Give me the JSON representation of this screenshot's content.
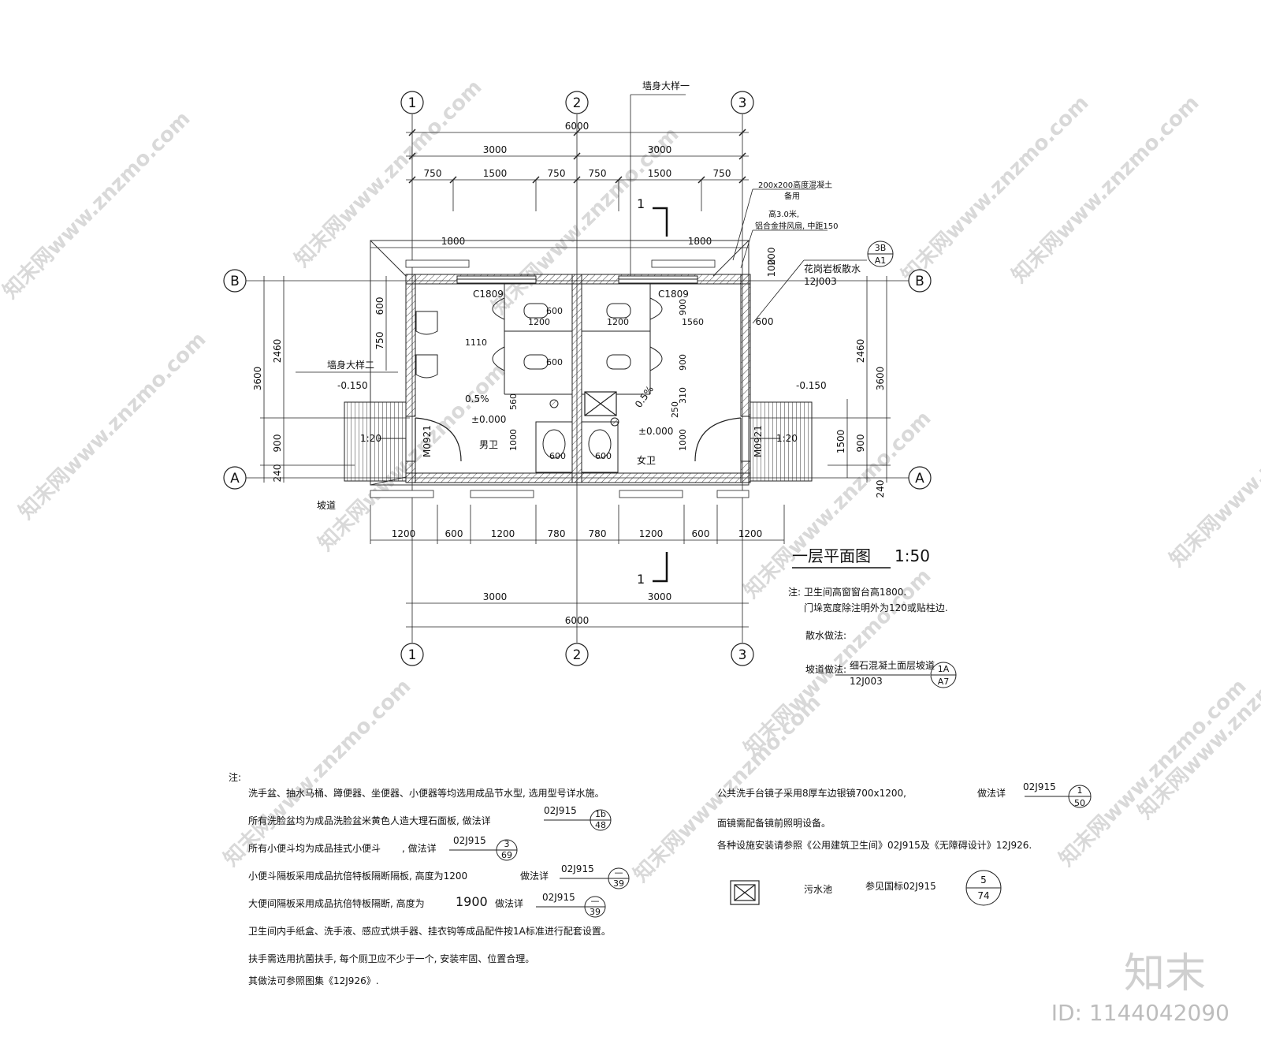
{
  "watermark": {
    "text": "知末网www.znzmo.com",
    "brand": "知末",
    "id": "ID: 1144042090"
  },
  "plan": {
    "title": "一层平面图",
    "scale": "1:50",
    "axes": {
      "col1": "1",
      "col2": "2",
      "col3": "3",
      "rowA": "A",
      "rowB": "B"
    },
    "dims_top": {
      "total": "6000",
      "half_left": "3000",
      "half_right": "3000",
      "segments": [
        "750",
        "1500",
        "750",
        "750",
        "1500",
        "750"
      ],
      "window_left": "1800",
      "window_right": "1800"
    },
    "dims_bottom": {
      "segments": [
        "1200",
        "600",
        "1200",
        "780",
        "780",
        "1200",
        "600",
        "1200"
      ],
      "half_left": "3000",
      "half_right": "3000",
      "total": "6000"
    },
    "dims_left": {
      "d600": "600",
      "d750": "750",
      "d2460": "2460",
      "d3600": "3600",
      "d900": "900",
      "d240": "240"
    },
    "dims_right": {
      "d100": "100",
      "d200": "200",
      "d600": "600",
      "d2460": "2460",
      "d3600": "3600",
      "d1500": "1500",
      "d900": "900",
      "d240": "240"
    },
    "inner_dims": {
      "d1110": "1110",
      "d1200a": "1200",
      "d1200b": "1200",
      "d1560": "1560",
      "d560": "560",
      "d1000l": "1000",
      "d1000r": "1000",
      "d900": "900",
      "d310": "310",
      "d250": "250",
      "d600a": "600",
      "d600b": "600",
      "d600c": "600",
      "d600d": "600",
      "d900b": "900"
    },
    "labels": {
      "section_mark": "1",
      "wall_detail_1": "墙身大样一",
      "wall_detail_2": "墙身大样二",
      "window_left": "C1809",
      "window_right": "C1809",
      "door_left": "M0921",
      "door_right": "M0921",
      "men": "男卫",
      "women": "女卫",
      "level_out_left": "-0.150",
      "level_out_right": "-0.150",
      "level_in_left": "±0.000",
      "level_in_right": "±0.000",
      "slope_left": "0.5%",
      "slope_right": "0.5%",
      "ramp_left": "1:20",
      "ramp_right": "1:20",
      "ramp_label": "坡道",
      "callout_1": "200x200高度混凝土",
      "callout_1b": "备用",
      "callout_2": "高3.0米,",
      "callout_2b": "铝合金排风扇, 中距150",
      "granite": "花岗岩板散水",
      "granite_ref": "12J003",
      "granite_idx_top": "3B",
      "granite_idx_bot": "A1"
    },
    "plan_notes": {
      "n1": "注: 卫生间高窗窗台高1800.",
      "n2": "门垛宽度除注明外为120或贴柱边.",
      "n3": "散水做法:",
      "n4_label": "坡道做法:",
      "n4_text": "细石混凝土面层坡道",
      "n4_ref": "12J003",
      "n4_idx_top": "1A",
      "n4_idx_bot": "A7"
    }
  },
  "notes": {
    "heading": "注:",
    "items": [
      {
        "text": "洗手盆、抽水马桶、蹲便器、坐便器、小便器等均选用成品节水型, 选用型号详水施。"
      },
      {
        "text": "所有洗脸盆均为成品洗脸盆米黄色人造大理石面板, 做法详",
        "ref": "02J915",
        "top": "1b",
        "bot": "48"
      },
      {
        "text": "所有小便斗均为成品挂式小便斗",
        "mid": ", 做法详",
        "ref": "02J915",
        "top": "3",
        "bot": "69"
      },
      {
        "text": "小便斗隔板采用成品抗倍特板隔断隔板, 高度为1200",
        "mid": "做法详",
        "ref": "02J915",
        "top": "—",
        "bot": "39"
      },
      {
        "text": "大便间隔板采用成品抗倍特板隔断, 高度为",
        "num": "1900",
        "mid": "做法详",
        "ref": "02J915",
        "top": "—",
        "bot": "39"
      },
      {
        "text": "卫生间内手纸盒、洗手液、感应式烘手器、挂衣钩等成品配件按1A标准进行配套设置。"
      },
      {
        "text": "扶手需选用抗菌扶手, 每个厕卫应不少于一个, 安装牢固、位置合理。"
      },
      {
        "text": "其做法可参照图集《12J926》."
      }
    ],
    "right": {
      "r1": "公共洗手台镜子采用8厚车边银镜700x1200,",
      "r1_mid": "做法详",
      "r1_ref": "02J915",
      "r1_top": "1",
      "r1_bot": "50",
      "r2": "面镜需配备镜前照明设备。",
      "r3": "各种设施安装请参照《公用建筑卫生间》02J915及《无障碍设计》12J926.",
      "r4_label": "污水池",
      "r4_ref_text": "参见国标02J915",
      "r4_top": "5",
      "r4_bot": "74"
    }
  }
}
